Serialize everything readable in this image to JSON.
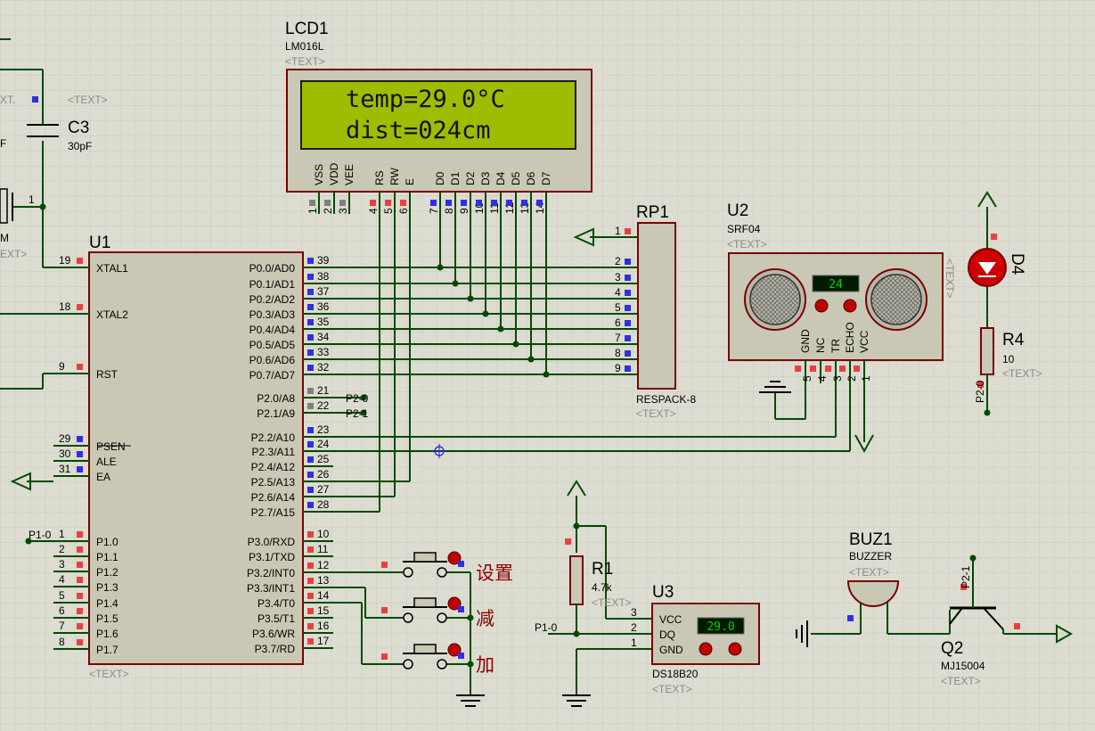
{
  "lcd1": {
    "ref": "LCD1",
    "part": "LM016L",
    "text": "<TEXT>",
    "line1": "temp=29.0°C",
    "line2": "dist=024cm",
    "pin_names": [
      "VSS",
      "VDD",
      "VEE",
      "RS",
      "RW",
      "E",
      "D0",
      "D1",
      "D2",
      "D3",
      "D4",
      "D5",
      "D6",
      "D7"
    ],
    "pin_nums": [
      "1",
      "2",
      "3",
      "4",
      "5",
      "6",
      "7",
      "8",
      "9",
      "10",
      "11",
      "12",
      "13",
      "14"
    ]
  },
  "u1": {
    "ref": "U1",
    "text": "<TEXT>",
    "left_pins": [
      {
        "num": "19",
        "name": "XTAL1"
      },
      {
        "num": "18",
        "name": "XTAL2"
      },
      {
        "num": "9",
        "name": "RST"
      },
      {
        "num": "29",
        "name": "PSEN"
      },
      {
        "num": "30",
        "name": "ALE"
      },
      {
        "num": "31",
        "name": "EA"
      },
      {
        "num": "1",
        "name": "P1.0"
      },
      {
        "num": "2",
        "name": "P1.1"
      },
      {
        "num": "3",
        "name": "P1.2"
      },
      {
        "num": "4",
        "name": "P1.3"
      },
      {
        "num": "5",
        "name": "P1.4"
      },
      {
        "num": "6",
        "name": "P1.5"
      },
      {
        "num": "7",
        "name": "P1.6"
      },
      {
        "num": "8",
        "name": "P1.7"
      }
    ],
    "right_pins": [
      {
        "num": "39",
        "name": "P0.0/AD0"
      },
      {
        "num": "38",
        "name": "P0.1/AD1"
      },
      {
        "num": "37",
        "name": "P0.2/AD2"
      },
      {
        "num": "36",
        "name": "P0.3/AD3"
      },
      {
        "num": "35",
        "name": "P0.4/AD4"
      },
      {
        "num": "34",
        "name": "P0.5/AD5"
      },
      {
        "num": "33",
        "name": "P0.6/AD6"
      },
      {
        "num": "32",
        "name": "P0.7/AD7"
      },
      {
        "num": "21",
        "name": "P2.0/A8"
      },
      {
        "num": "22",
        "name": "P2.1/A9"
      },
      {
        "num": "23",
        "name": "P2.2/A10"
      },
      {
        "num": "24",
        "name": "P2.3/A11"
      },
      {
        "num": "25",
        "name": "P2.4/A12"
      },
      {
        "num": "26",
        "name": "P2.5/A13"
      },
      {
        "num": "27",
        "name": "P2.6/A14"
      },
      {
        "num": "28",
        "name": "P2.7/A15"
      },
      {
        "num": "10",
        "name": "P3.0/RXD"
      },
      {
        "num": "11",
        "name": "P3.1/TXD"
      },
      {
        "num": "12",
        "name": "P3.2/INT0"
      },
      {
        "num": "13",
        "name": "P3.3/INT1"
      },
      {
        "num": "14",
        "name": "P3.4/T0"
      },
      {
        "num": "15",
        "name": "P3.5/T1"
      },
      {
        "num": "16",
        "name": "P3.6/WR"
      },
      {
        "num": "17",
        "name": "P3.7/RD"
      }
    ],
    "net_p20": "P2-0",
    "net_p21": "P2-1",
    "net_p10": "P1-0"
  },
  "c3": {
    "ref": "C3",
    "value": "30pF",
    "text": "<TEXT>",
    "pin": "1"
  },
  "left_clip": {
    "x1": "XT.",
    "m": "M",
    "t": "EXT>",
    "f": "F"
  },
  "rp1": {
    "ref": "RP1",
    "part": "RESPACK-8",
    "text": "<TEXT>",
    "pins": [
      "1",
      "2",
      "3",
      "4",
      "5",
      "6",
      "7",
      "8",
      "9"
    ]
  },
  "u2": {
    "ref": "U2",
    "part": "SRF04",
    "text": "<TEXT>",
    "text_side": "<TEXT>",
    "display": "24",
    "pin_names": [
      "GND",
      "NC",
      "TR",
      "ECHO",
      "VCC"
    ],
    "pin_nums": [
      "5",
      "4",
      "3",
      "2",
      "1"
    ]
  },
  "d4": {
    "ref": "D4"
  },
  "r4": {
    "ref": "R4",
    "value": "10",
    "text": "<TEXT>",
    "net": "P2-0"
  },
  "r1": {
    "ref": "R1",
    "value": "4.7k",
    "text": "<TEXT>"
  },
  "u3": {
    "ref": "U3",
    "part": "DS18B20",
    "text": "<TEXT>",
    "display": "29.0",
    "pins": [
      {
        "num": "3",
        "name": "VCC"
      },
      {
        "num": "2",
        "name": "DQ"
      },
      {
        "num": "1",
        "name": "GND"
      }
    ],
    "net": "P1-0"
  },
  "buz1": {
    "ref": "BUZ1",
    "part": "BUZZER",
    "text": "<TEXT>"
  },
  "q2": {
    "ref": "Q2",
    "part": "MJ15004",
    "text": "<TEXT>",
    "net": "P2-1"
  },
  "buttons": [
    {
      "label": "设置"
    },
    {
      "label": "减"
    },
    {
      "label": "加"
    }
  ],
  "colors": {
    "background": "#dcdcd0",
    "wire": "#004a00",
    "body": "#c8c8b4",
    "outline": "#7a0000",
    "lcd": "#9fbc00",
    "led": "#cc0000",
    "pin_red": "#e84040",
    "pin_blue": "#3030e0",
    "display": "#00b000"
  }
}
